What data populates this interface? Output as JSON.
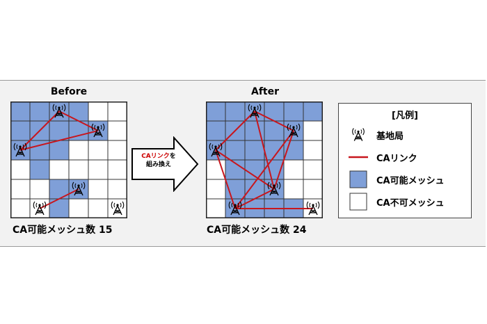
{
  "before": {
    "title": "Before",
    "caption": "CA可能メッシュ数 15",
    "blue_cells": [
      [
        0,
        0
      ],
      [
        0,
        1
      ],
      [
        0,
        2
      ],
      [
        0,
        3
      ],
      [
        1,
        0
      ],
      [
        1,
        1
      ],
      [
        1,
        2
      ],
      [
        1,
        3
      ],
      [
        1,
        4
      ],
      [
        2,
        0
      ],
      [
        2,
        1
      ],
      [
        2,
        2
      ],
      [
        3,
        1
      ],
      [
        4,
        2
      ],
      [
        4,
        3
      ],
      [
        5,
        2
      ]
    ],
    "towers": [
      [
        0,
        2
      ],
      [
        1,
        4
      ],
      [
        2,
        0
      ],
      [
        4,
        3
      ],
      [
        5,
        1
      ],
      [
        5,
        5
      ]
    ],
    "links": [
      [
        [
          2,
          0
        ],
        [
          0,
          2
        ]
      ],
      [
        [
          0,
          2
        ],
        [
          1,
          4
        ]
      ],
      [
        [
          2,
          0
        ],
        [
          1,
          4
        ]
      ],
      [
        [
          5,
          1
        ],
        [
          4,
          3
        ]
      ]
    ]
  },
  "after": {
    "title": "After",
    "caption": "CA可能メッシュ数 24",
    "blue_cells": [
      [
        0,
        0
      ],
      [
        0,
        1
      ],
      [
        0,
        2
      ],
      [
        0,
        3
      ],
      [
        0,
        4
      ],
      [
        0,
        5
      ],
      [
        1,
        0
      ],
      [
        1,
        1
      ],
      [
        1,
        2
      ],
      [
        1,
        3
      ],
      [
        1,
        4
      ],
      [
        2,
        0
      ],
      [
        2,
        1
      ],
      [
        2,
        2
      ],
      [
        2,
        3
      ],
      [
        2,
        4
      ],
      [
        3,
        1
      ],
      [
        3,
        2
      ],
      [
        3,
        3
      ],
      [
        4,
        1
      ],
      [
        4,
        2
      ],
      [
        4,
        3
      ],
      [
        5,
        1
      ],
      [
        5,
        2
      ],
      [
        5,
        3
      ],
      [
        5,
        4
      ]
    ],
    "towers": [
      [
        0,
        2
      ],
      [
        1,
        4
      ],
      [
        2,
        0
      ],
      [
        4,
        3
      ],
      [
        5,
        1
      ],
      [
        5,
        5
      ]
    ],
    "links": [
      [
        [
          2,
          0
        ],
        [
          0,
          2
        ]
      ],
      [
        [
          0,
          2
        ],
        [
          4,
          3
        ]
      ],
      [
        [
          0,
          2
        ],
        [
          1,
          4
        ]
      ],
      [
        [
          1,
          4
        ],
        [
          4,
          3
        ]
      ],
      [
        [
          2,
          0
        ],
        [
          4,
          3
        ]
      ],
      [
        [
          4,
          3
        ],
        [
          5,
          1
        ]
      ],
      [
        [
          5,
          1
        ],
        [
          5,
          5
        ]
      ],
      [
        [
          2,
          0
        ],
        [
          5,
          1
        ]
      ],
      [
        [
          1,
          4
        ],
        [
          5,
          1
        ]
      ]
    ]
  },
  "arrow": {
    "line1_red": "CAリンク",
    "line1_rest": "を",
    "line2": "組み換え"
  },
  "legend": {
    "title": "[凡例]",
    "items": [
      {
        "label": "基地局",
        "kind": "tower"
      },
      {
        "label": "CAリンク",
        "kind": "link"
      },
      {
        "label": "CA可能メッシュ",
        "kind": "blue"
      },
      {
        "label": "CA不可メッシュ",
        "kind": "white"
      }
    ]
  },
  "colors": {
    "blue": "#7f9fd8",
    "link": "#c8161d",
    "grid_line": "#333333",
    "frame_bg": "#f2f2f2"
  }
}
